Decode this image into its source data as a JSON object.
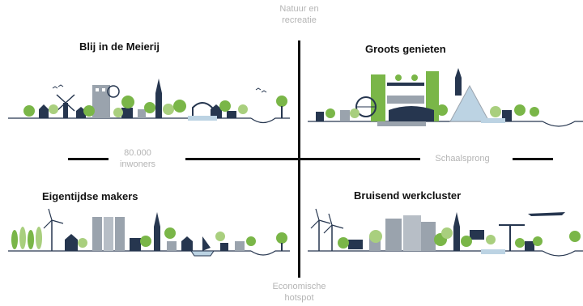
{
  "axes": {
    "top": [
      "Natuur en",
      "recreatie"
    ],
    "bottom": [
      "Economische",
      "hotspot"
    ],
    "left": [
      "80.000",
      "inwoners"
    ],
    "right": "Schaalsprong"
  },
  "quadrants": {
    "top_left": "Blij in de Meierij",
    "top_right": "Groots genieten",
    "bottom_left": "Eigentijdse makers",
    "bottom_right": "Bruisend werkcluster"
  },
  "colors": {
    "axis_line": "#111111",
    "axis_text": "#b4b4b4",
    "navy": "#26364f",
    "green": "#7ab648",
    "light_green": "#a9cf7e",
    "grey": "#9aa3ad",
    "light_blue": "#bcd3e3"
  }
}
